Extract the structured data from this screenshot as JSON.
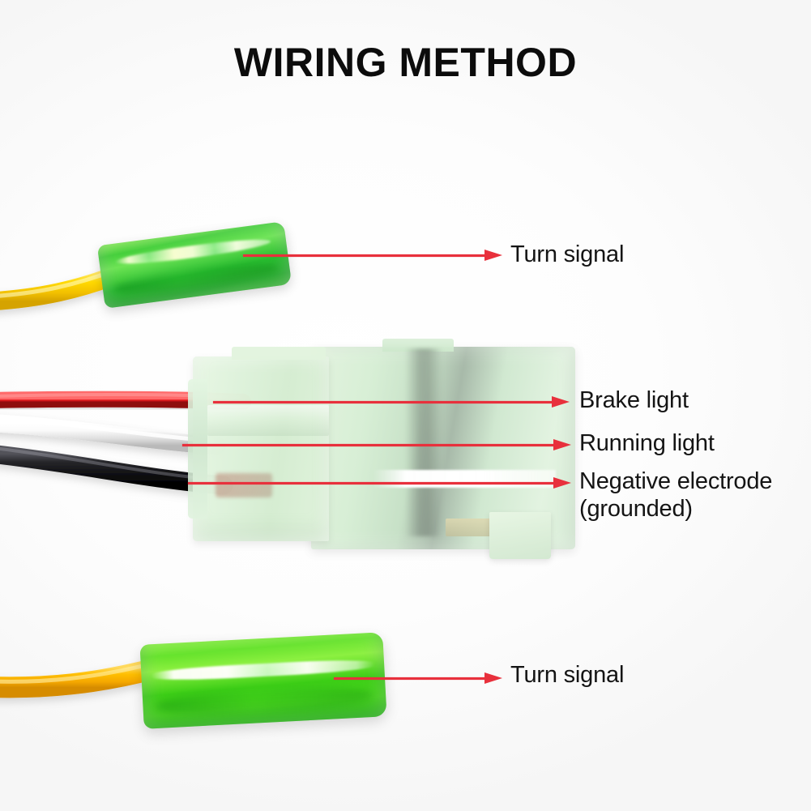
{
  "title": "WIRING METHOD",
  "colors": {
    "arrow": "#e8303c",
    "title_text": "#0c0c0c",
    "label_text": "#141414",
    "background": "#ffffff",
    "bullet_connector_green": "#3ccd32",
    "main_connector_green": "#e2f3de",
    "wire_turn_signal_top": "#ffd400",
    "wire_brake": "#e01a1a",
    "wire_running": "#f4f4f4",
    "wire_negative": "#111111",
    "wire_turn_signal_bottom": "#ffb300"
  },
  "labels": [
    {
      "id": "turn-signal-top",
      "text": "Turn signal",
      "wire_color_name": "yellow",
      "arrow_from": "top-bullet-connector"
    },
    {
      "id": "brake-light",
      "text": "Brake light",
      "wire_color_name": "red",
      "arrow_from": "main-connector-pin-1"
    },
    {
      "id": "running-light",
      "text": "Running light",
      "wire_color_name": "white",
      "arrow_from": "main-connector-pin-2"
    },
    {
      "id": "negative-electrode",
      "text": "Negative electrode",
      "text_line2": "(grounded)",
      "wire_color_name": "black",
      "arrow_from": "main-connector-pin-3"
    },
    {
      "id": "turn-signal-bottom",
      "text": "Turn signal",
      "wire_color_name": "orange",
      "arrow_from": "bottom-bullet-connector"
    }
  ],
  "components": {
    "top_bullet_connector": "green translucent bullet connector",
    "main_connector": "translucent mint 3-pin plug connector",
    "bottom_bullet_connector": "green translucent bullet connector"
  }
}
